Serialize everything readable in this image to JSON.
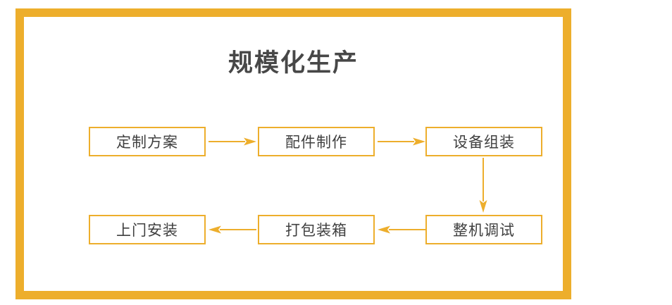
{
  "diagram": {
    "title": "规模化生产",
    "accent_color": "#edae2c",
    "title_color": "#474747",
    "node_text_color": "#3f3f3f",
    "background": "#ffffff",
    "nodes": [
      {
        "id": "node-1",
        "label": "定制方案",
        "row": 1,
        "col": 1
      },
      {
        "id": "node-2",
        "label": "配件制作",
        "row": 1,
        "col": 2
      },
      {
        "id": "node-3",
        "label": "设备组装",
        "row": 1,
        "col": 3
      },
      {
        "id": "node-4",
        "label": "整机调试",
        "row": 2,
        "col": 3
      },
      {
        "id": "node-5",
        "label": "打包装箱",
        "row": 2,
        "col": 2
      },
      {
        "id": "node-6",
        "label": "上门安装",
        "row": 2,
        "col": 1
      }
    ],
    "connectors": [
      {
        "id": "arrow-1",
        "from": "定制方案",
        "to": "配件制作",
        "direction": "right"
      },
      {
        "id": "arrow-2",
        "from": "配件制作",
        "to": "设备组装",
        "direction": "right"
      },
      {
        "id": "arrow-3",
        "from": "设备组装",
        "to": "整机调试",
        "direction": "down"
      },
      {
        "id": "arrow-4",
        "from": "整机调试",
        "to": "打包装箱",
        "direction": "left"
      },
      {
        "id": "arrow-5",
        "from": "打包装箱",
        "to": "上门安装",
        "direction": "left"
      }
    ]
  }
}
